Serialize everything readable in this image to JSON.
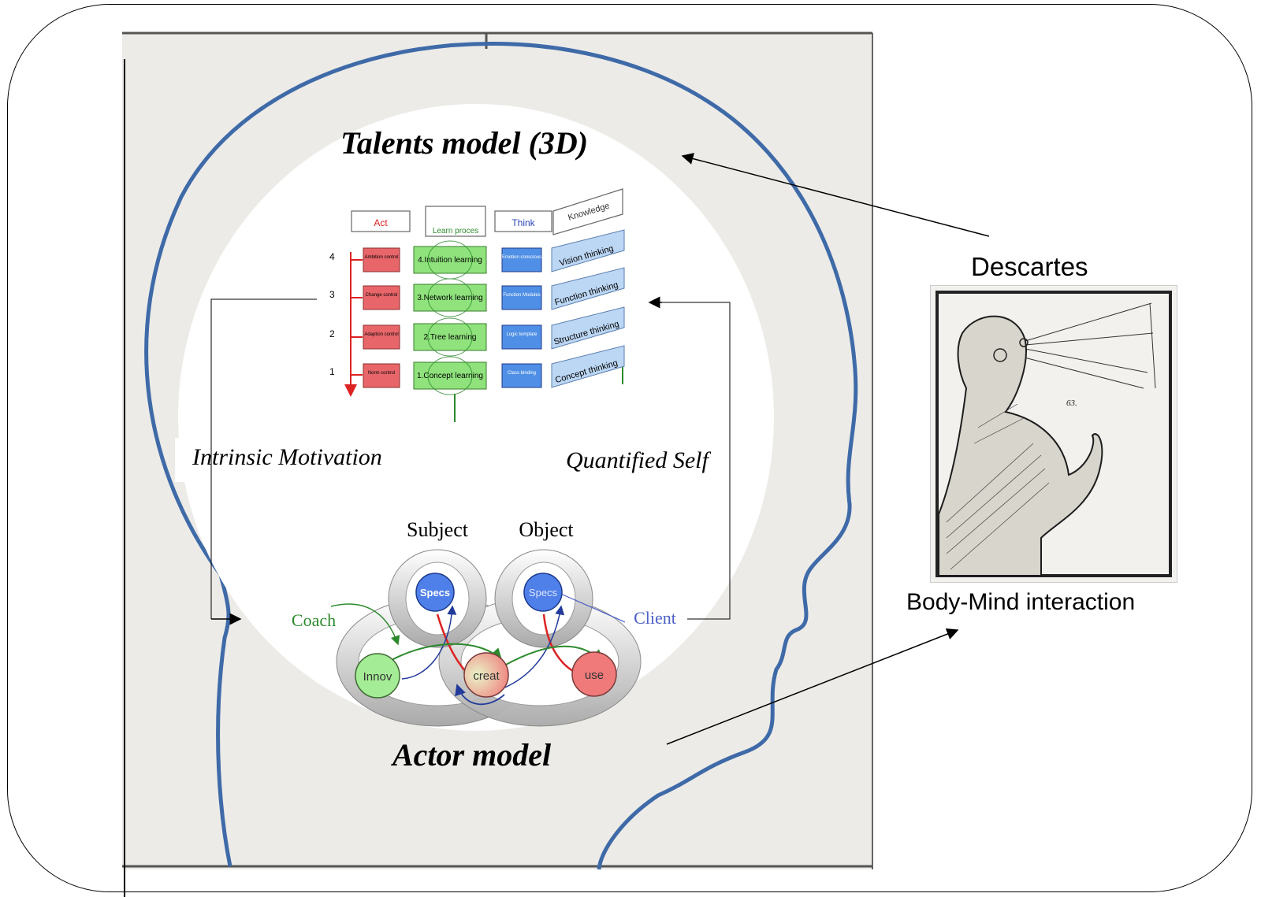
{
  "titles": {
    "talents_model": "Talents model (3D)",
    "actor_model": "Actor model"
  },
  "side_labels": {
    "intrinsic": "Intrinsic Motivation",
    "quantified": "Quantified Self"
  },
  "descartes": {
    "title": "Descartes",
    "caption": "Body-Mind interaction",
    "page_number": "63."
  },
  "talents_grid": {
    "headers": {
      "act": "Act",
      "learn": "Learn proces",
      "think": "Think",
      "knowledge": "Knowledge"
    },
    "levels": [
      {
        "num": "4",
        "act": "Ambition control",
        "learn": "4.Intuition learning",
        "think": "Emotion conscious",
        "knowledge": "Vision thinking"
      },
      {
        "num": "3",
        "act": "Change control",
        "learn": "3.Network learning",
        "think": "Function Modules",
        "knowledge": "Function thinking"
      },
      {
        "num": "2",
        "act": "Adaption control",
        "learn": "2.Tree learning",
        "think": "Logic template",
        "knowledge": "Structure thinking"
      },
      {
        "num": "1",
        "act": "Norm control",
        "learn": "1.Concept learning",
        "think": "Class binding",
        "knowledge": "Concept thinking"
      }
    ]
  },
  "actor": {
    "subject": "Subject",
    "object": "Object",
    "coach": "Coach",
    "client": "Client",
    "specs_left": "Specs",
    "specs_right": "Specs",
    "innov": "Innov",
    "creat": "creat",
    "use": "use"
  },
  "colors": {
    "head_outline": "#3f6aa8",
    "act_red": "#e8666a",
    "learn_green": "#8fe27c",
    "think_blue": "#4f8fe6",
    "coach_green": "#2c8a2c",
    "client_blue": "#4a5fc6"
  }
}
